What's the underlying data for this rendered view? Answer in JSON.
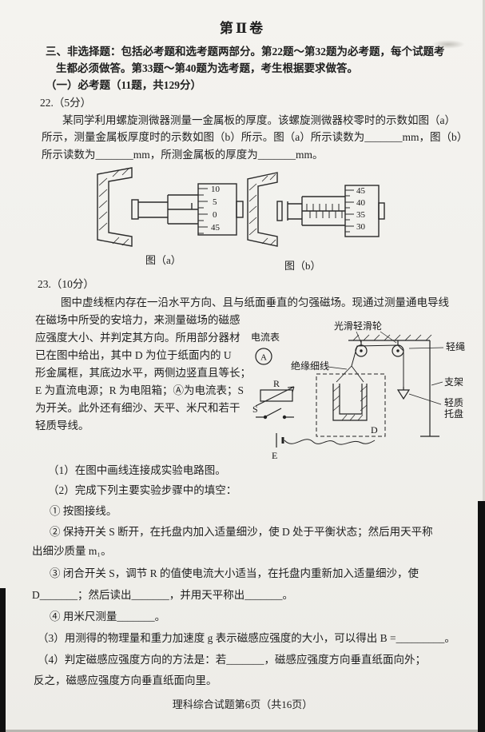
{
  "page": {
    "title": "第Ⅱ卷",
    "footer": "理科综合试题第6页（共16页）"
  },
  "intro": {
    "line1": "三、非选择题：包括必考题和选考题两部分。第22题～第32题为必考题，每个试题考",
    "line2": "生都必须做答。第33题～第40题为选考题，考生根据要求做答。",
    "line3": "（一）必考题（11题，共129分）"
  },
  "q22": {
    "heading": "22.（5分）",
    "line1": "某同学利用螺旋测微器测量一金属板的厚度。该螺旋测微器校零时的示数如图（a）",
    "line2": "所示，测量金属板厚度时的示数如图（b）所示。图（a）所示读数为_______mm，图（b）",
    "line3": "所示读数为_______mm，所测金属板的厚度为_______mm。",
    "fig_a": {
      "label": "图（a）",
      "ticks": [
        "10",
        "5",
        "0",
        "45"
      ]
    },
    "fig_b": {
      "label": "图（b）",
      "ticks": [
        "45",
        "40",
        "35",
        "30"
      ]
    }
  },
  "q23": {
    "heading": "23.（10分）",
    "line1": "图中虚线框内存在一沿水平方向、且与纸面垂直的匀强磁场。现通过测量通电导线",
    "lines": [
      "在磁场中所受的安培力，来测量磁场的磁感",
      "应强度大小、并判定其方向。所用部分器材",
      "已在图中给出，其中 D 为位于纸面内的 U",
      "形金属框，其底边水平，两侧边竖直且等长；",
      "E 为直流电源；R 为电阻箱；Ⓐ为电流表；S",
      "为开关。此外还有细沙、天平、米尺和若干",
      "轻质导线。"
    ],
    "diagram": {
      "ammeter_label": "电流表",
      "ammeter_symbol": "A",
      "pulley_label": "光滑轻滑轮",
      "rope_label": "轻绳",
      "thread_label": "绝缘细线",
      "stand_label": "支架",
      "tray_label_line1": "轻质",
      "tray_label_line2": "托盘",
      "r_label": "R",
      "s_label": "S",
      "e_label": "E",
      "d_label": "D"
    },
    "steps": {
      "s1": "（1）在图中画线连接成实验电路图。",
      "s2": "（2）完成下列主要实验步骤中的填空：",
      "c1": "① 按图接线。",
      "c2a": "② 保持开关 S 断开，在托盘内加入适量细沙，使 D 处于平衡状态；然后用天平称",
      "c2b": "出细沙质量 m₁。",
      "c3a": "③ 闭合开关 S，调节 R 的值使电流大小适当，在托盘内重新加入适量细沙，使",
      "c3b": "D_______；然后读出_______，并用天平称出_______。",
      "c4": "④ 用米尺测量_______。",
      "s3": "（3）用测得的物理量和重力加速度 g 表示磁感应强度的大小，可以得出 B =_________。",
      "s4a": "（4）判定磁感应强度方向的方法是：若_______，磁感应强度方向垂直纸面向外；",
      "s4b": "反之，磁感应强度方向垂直纸面向里。"
    }
  }
}
